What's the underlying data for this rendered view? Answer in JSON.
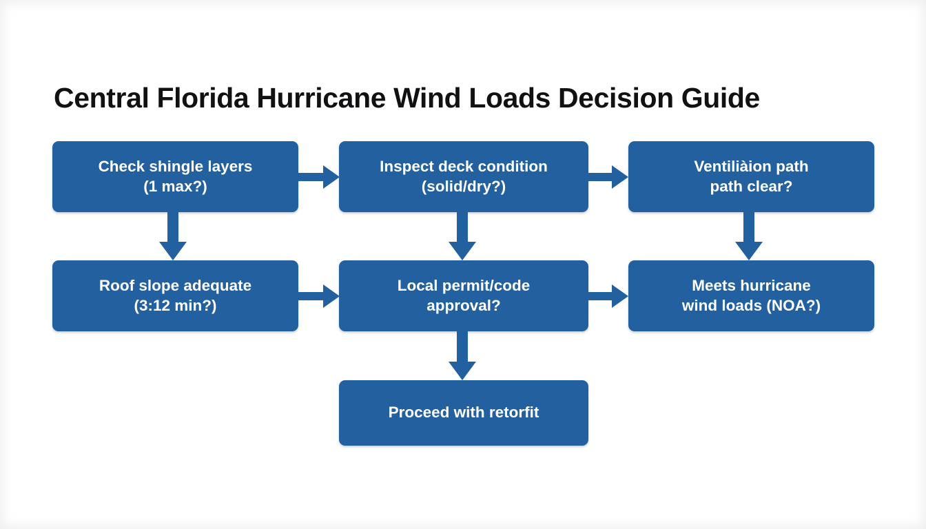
{
  "page": {
    "title": "Central Florida Hurricane Wind Loads Decision Guide",
    "background_color": "#ffffff",
    "node_fill_color": "#22609F",
    "node_text_color": "#ffffff",
    "arrow_color": "#22609F",
    "title_color": "#111114"
  },
  "chart_data": {
    "type": "diagram",
    "diagram_type": "flowchart",
    "title": "Central Florida Hurricane Wind Loads Decision Guide",
    "layout": "3-column grid, 2 rows plus terminal node centered below",
    "nodes": [
      {
        "id": "shingle-layers",
        "label": "Check shingle layers\n(1 max?)",
        "row": 1,
        "col": 1
      },
      {
        "id": "deck-condition",
        "label": "Inspect deck condition\n(solid/dry?)",
        "row": 1,
        "col": 2
      },
      {
        "id": "ventilation",
        "label": "Ventiliàion path\npath clear?",
        "row": 1,
        "col": 3
      },
      {
        "id": "roof-slope",
        "label": "Roof slope adequate\n(3:12 min?)",
        "row": 2,
        "col": 1
      },
      {
        "id": "permit",
        "label": "Local permit/code\napproval?",
        "row": 2,
        "col": 2
      },
      {
        "id": "wind-loads",
        "label": "Meets hurricane\nwind loads (NOA?)",
        "row": 2,
        "col": 3
      },
      {
        "id": "proceed",
        "label": "Proceed with retorfit",
        "row": 3,
        "col": 2
      }
    ],
    "edges": [
      {
        "from": "shingle-layers",
        "to": "deck-condition",
        "direction": "right"
      },
      {
        "from": "deck-condition",
        "to": "ventilation",
        "direction": "right"
      },
      {
        "from": "roof-slope",
        "to": "permit",
        "direction": "right"
      },
      {
        "from": "permit",
        "to": "wind-loads",
        "direction": "right"
      },
      {
        "from": "shingle-layers",
        "to": "roof-slope",
        "direction": "down"
      },
      {
        "from": "deck-condition",
        "to": "permit",
        "direction": "down"
      },
      {
        "from": "ventilation",
        "to": "wind-loads",
        "direction": "down"
      },
      {
        "from": "permit",
        "to": "proceed",
        "direction": "down"
      }
    ]
  },
  "nodes": {
    "shingle_layers": "Check shingle layers\n(1 max?)",
    "deck_condition": "Inspect deck condition\n(solid/dry?)",
    "ventilation": "Ventiliàion path\npath clear?",
    "roof_slope": "Roof slope adequate\n(3:12 min?)",
    "permit": "Local permit/code\napproval?",
    "wind_loads": "Meets hurricane\nwind loads (NOA?)",
    "proceed": "Proceed with retorfit"
  }
}
